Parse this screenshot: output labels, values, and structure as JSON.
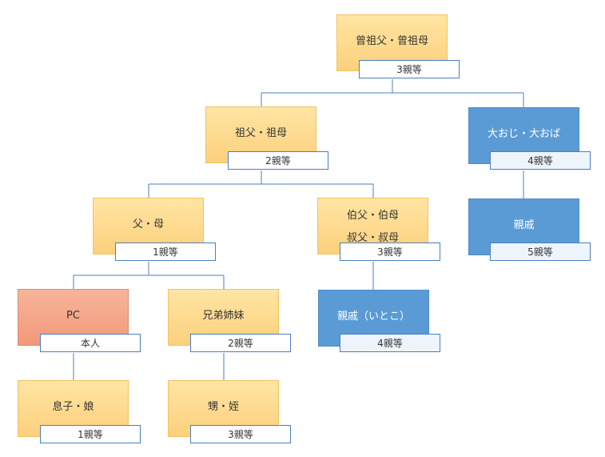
{
  "colors": {
    "orange_fill": "#fcd07d",
    "blue_fill": "#5b9bd5",
    "salmon_fill": "#f2997a",
    "tag_border": "#4a7fbf",
    "line": "#4a7fbf"
  },
  "nodes": {
    "great_grandparents": {
      "label": "曾祖父・曾祖母",
      "degree": "3親等"
    },
    "grandparents": {
      "label": "祖父・祖母",
      "degree": "2親等"
    },
    "great_uncle_aunt": {
      "label": "大おじ・大おば",
      "degree": "4親等"
    },
    "parents": {
      "label": "父・母",
      "degree": "1親等"
    },
    "uncle_aunt": {
      "label": "伯父・伯母\n叔父・叔母",
      "degree": "3親等"
    },
    "relative_far": {
      "label": "親戚",
      "degree": "5親等"
    },
    "self": {
      "label": "PC",
      "degree": "本人"
    },
    "siblings": {
      "label": "兄弟姉妹",
      "degree": "2親等"
    },
    "cousin": {
      "label": "親戚（いとこ）",
      "degree": "4親等"
    },
    "children": {
      "label": "息子・娘",
      "degree": "1親等"
    },
    "nephew_niece": {
      "label": "甥・姪",
      "degree": "3親等"
    }
  }
}
